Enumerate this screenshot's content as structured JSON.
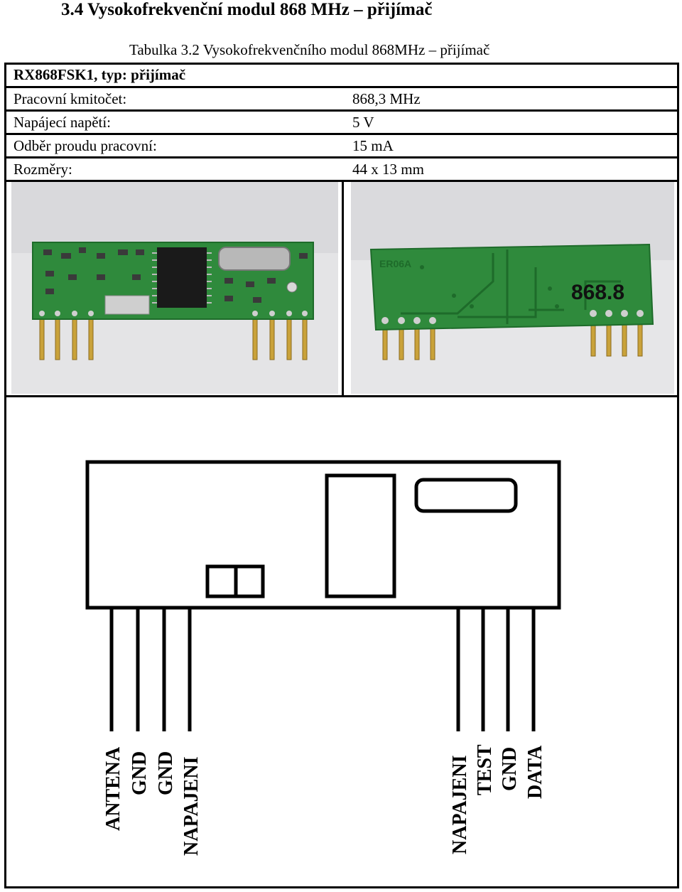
{
  "section_title": "3.4 Vysokofrekvenční modul 868 MHz – přijímač",
  "table_caption": "Tabulka 3.2 Vysokofrekvenčního modul 868MHz – přijímač",
  "module_header": "RX868FSK1, typ: přijímač",
  "specs": [
    {
      "label": "Pracovní kmitočet:",
      "value": "868,3 MHz"
    },
    {
      "label": "Napájecí napětí:",
      "value": "5 V"
    },
    {
      "label": "Odběr proudu pracovní:",
      "value": "15 mA"
    },
    {
      "label": "Rozměry:",
      "value": "44 x 13 mm"
    }
  ],
  "photo_back_marking": "868.8",
  "photo_back_code": "ER06A",
  "pins_left": [
    "ANTENA",
    "GND",
    "GND",
    "NAPAJENI"
  ],
  "pins_right": [
    "NAPAJENI",
    "TEST",
    "GND",
    "DATA"
  ],
  "colors": {
    "pcb_green": "#2f8a3c",
    "pcb_dark": "#1e6b2a",
    "pin_gold": "#c9a23a",
    "photo_bg": "#e7e7e9"
  }
}
